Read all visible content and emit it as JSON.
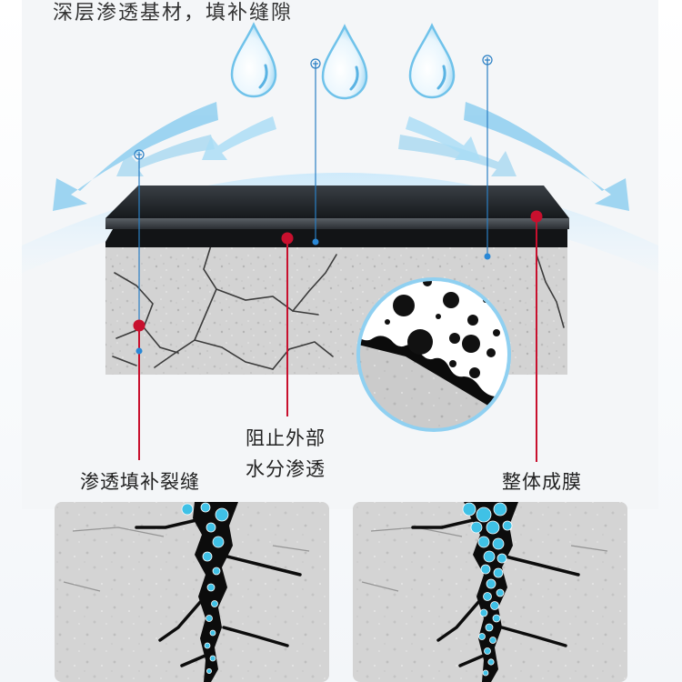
{
  "header": {
    "title": "深层渗透基材，填补缝隙"
  },
  "labels": {
    "fill_cracks": "渗透填补裂缝",
    "block_water_line1": "阻止外部",
    "block_water_line2": "水分渗透",
    "film": "整体成膜"
  },
  "colors": {
    "water": "#69c3ec",
    "arrow": "#8fcff0",
    "marker_red": "#c8102e",
    "marker_blue": "#2a88d6",
    "membrane": "#1f2327",
    "concrete": "#cfcfcf",
    "beads": "#3fc1e6"
  },
  "icons": [
    "water-drop-icon",
    "flow-arrow-icon",
    "callout-marker-icon",
    "magnifier-circle-icon"
  ]
}
